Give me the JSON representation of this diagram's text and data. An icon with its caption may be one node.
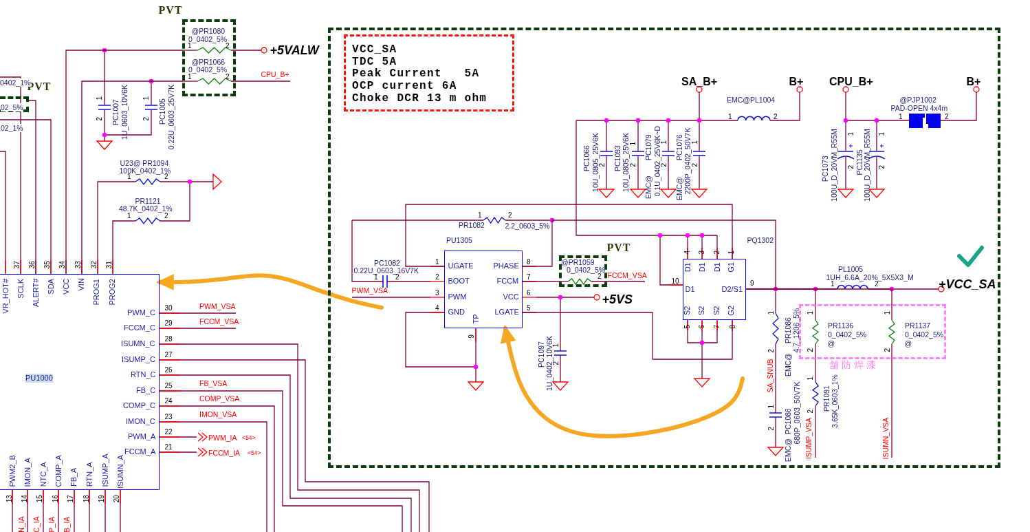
{
  "diagram": {
    "nodes": [
      {
        "text": [],
        "shape": "box"
      },
      {
        "text": [
          "PVT",
          "@PR1080",
          "0_0402_5%",
          "1",
          "2",
          "@PR1066",
          "0_0402_5%",
          "1",
          "2"
        ]
      },
      {
        "text": [
          "PVT",
          "02_5%"
        ]
      },
      {
        "text": [
          "VCC_SA",
          "TDC 5A",
          "Peak Current   5A",
          "OCP current 6A",
          "Choke DCR 13 m ohm"
        ],
        "in": 0
      },
      {
        "text": [
          "PVT",
          "@PR1059",
          "0_0402_5%",
          "2"
        ],
        "in": 0
      },
      {
        "text": [
          "1",
          "2",
          "PR1136",
          "0_0402_5%",
          "@",
          "1",
          "2",
          "PR1137",
          "0_0402_5%",
          "@"
        ],
        "in": 0,
        "beside": [
          "舗防焊漆"
        ]
      },
      {
        "text": [
          "VR_HOT#",
          "SCLK",
          "ALERT#",
          "SDA",
          "VCC",
          "VIN",
          "PROG1",
          "PROG2",
          "PWM_C",
          "FCCM_C",
          "ISUMN_C",
          "ISUMP_C",
          "RTN_C",
          "FB_C",
          "COMP_C",
          "IMON_C",
          "PWM_A",
          "FCCM_A",
          "PU1000",
          "PWM2_B",
          "IMON_A",
          "NTC_A",
          "COMP_A",
          "FB_A",
          "RTN_A",
          "ISUMP_A",
          "ISUMN_A"
        ]
      },
      {
        "text": [
          "UGATE",
          "BOOT",
          "PWM",
          "GND",
          "PHASE",
          "FCCM",
          "VCC",
          "LGATE",
          "TP"
        ],
        "in": 0,
        "beside": [
          "PU1305"
        ]
      },
      {
        "text": [
          "D1",
          "D1",
          "D1",
          "G1",
          "D1",
          "D2/S1",
          "S2",
          "S2",
          "S2",
          "G2"
        ],
        "in": 0,
        "beside": [
          "PQ1302"
        ]
      }
    ],
    "edges": [
      {
        "from": null,
        "to": 6,
        "arrow": "to",
        "style": "thick",
        "color": "#f5a623"
      },
      {
        "from": null,
        "to": 7,
        "arrow": "to",
        "style": "thick",
        "color": "#f5a623"
      },
      {
        "from": 6,
        "to": 1,
        "arrow": "none"
      },
      {
        "from": 6,
        "to": 1,
        "arrow": "none"
      },
      {
        "from": 6,
        "to": 2,
        "arrow": "none"
      },
      {
        "from": 7,
        "to": 8,
        "arrow": "none"
      },
      {
        "from": 7,
        "to": 8,
        "arrow": "none"
      },
      {
        "from": 7,
        "to": 8,
        "arrow": "none"
      },
      {
        "from": 7,
        "to": 4,
        "arrow": "none"
      },
      {
        "from": 8,
        "to": 5,
        "arrow": "none"
      },
      {
        "from": 8,
        "to": 5,
        "arrow": "none"
      }
    ],
    "labels": [
      "0402_1%",
      "02_1%",
      "+5VALW",
      "CPU_B+",
      "1",
      "2",
      "PC1007",
      "1U_0603_10V6K",
      "1",
      "2",
      "PC1005",
      "0.22U_0603_25V7K",
      "U23@ PR1094",
      "100K_0402_1%",
      "1",
      "2",
      "PR1121",
      "48.7K_0402_1%",
      "1",
      "2",
      "37",
      "36",
      "35",
      "34",
      "33",
      "32",
      "31",
      "30",
      "29",
      "28",
      "27",
      "26",
      "25",
      "24",
      "23",
      "22",
      "21",
      "PWM_VSA",
      "FCCM_VSA",
      "FB_VSA",
      "COMP_VSA",
      "IMON_VSA",
      "PWM_IA",
      "<54>",
      "FCCM_IA",
      "<54>",
      "13",
      "14",
      "15",
      "16",
      "17",
      "18",
      "19",
      "20",
      "N_IA",
      "C_IA",
      "P_IA",
      "B_IA",
      "SA_B+",
      "B+",
      "CPU_B+",
      "B+",
      "EMC@PL1004",
      "1",
      "2",
      "@PJP1002",
      "PAD-OPEN 4x4m",
      "1",
      "2",
      "PC1066",
      "10U_0805_25V6K",
      "2",
      "PC1093",
      "10U_0805_25V6K",
      "1",
      "2",
      "PC1079",
      "EMC@",
      "0.1U_0402_25V6K~D",
      "1",
      "2",
      "PC1076",
      "EMC@",
      "2200P_0402_50V7K",
      "1",
      "2",
      "PC1073",
      "100U_D_20VM_R55M",
      "1",
      "2",
      "PC1135",
      "100U_D_20VM_R55M",
      "1",
      "2",
      "1",
      "2",
      "PR1082",
      "2.2_0603_5%",
      "PC1082",
      "0.22U_0603_16V7K",
      "1",
      "2",
      "PWM_VSA",
      "1",
      "2",
      "3",
      "4",
      "8",
      "7",
      "6",
      "5",
      "9",
      "FCCM_VSA",
      "+5VS",
      "1",
      "2",
      "PC1097",
      "1U_0402_10V6K",
      "4",
      "3",
      "2",
      "1",
      "10",
      "9",
      "5",
      "6",
      "7",
      "8",
      "PL1005",
      "1UH_6.6A_20%_5X5X3_M",
      "1",
      "2",
      "+VCC_SA",
      "1",
      "2",
      "PR1086",
      "4.7_1206_5%",
      "EMC@",
      "SA_SNUB",
      "1",
      "2",
      "PC1086",
      "680P_0603_50V7K",
      "EMC@",
      "1",
      "2",
      "PR1091",
      "3.65K_0603_1%",
      "ISUMP_VSA",
      "ISUMN_VSA"
    ]
  }
}
